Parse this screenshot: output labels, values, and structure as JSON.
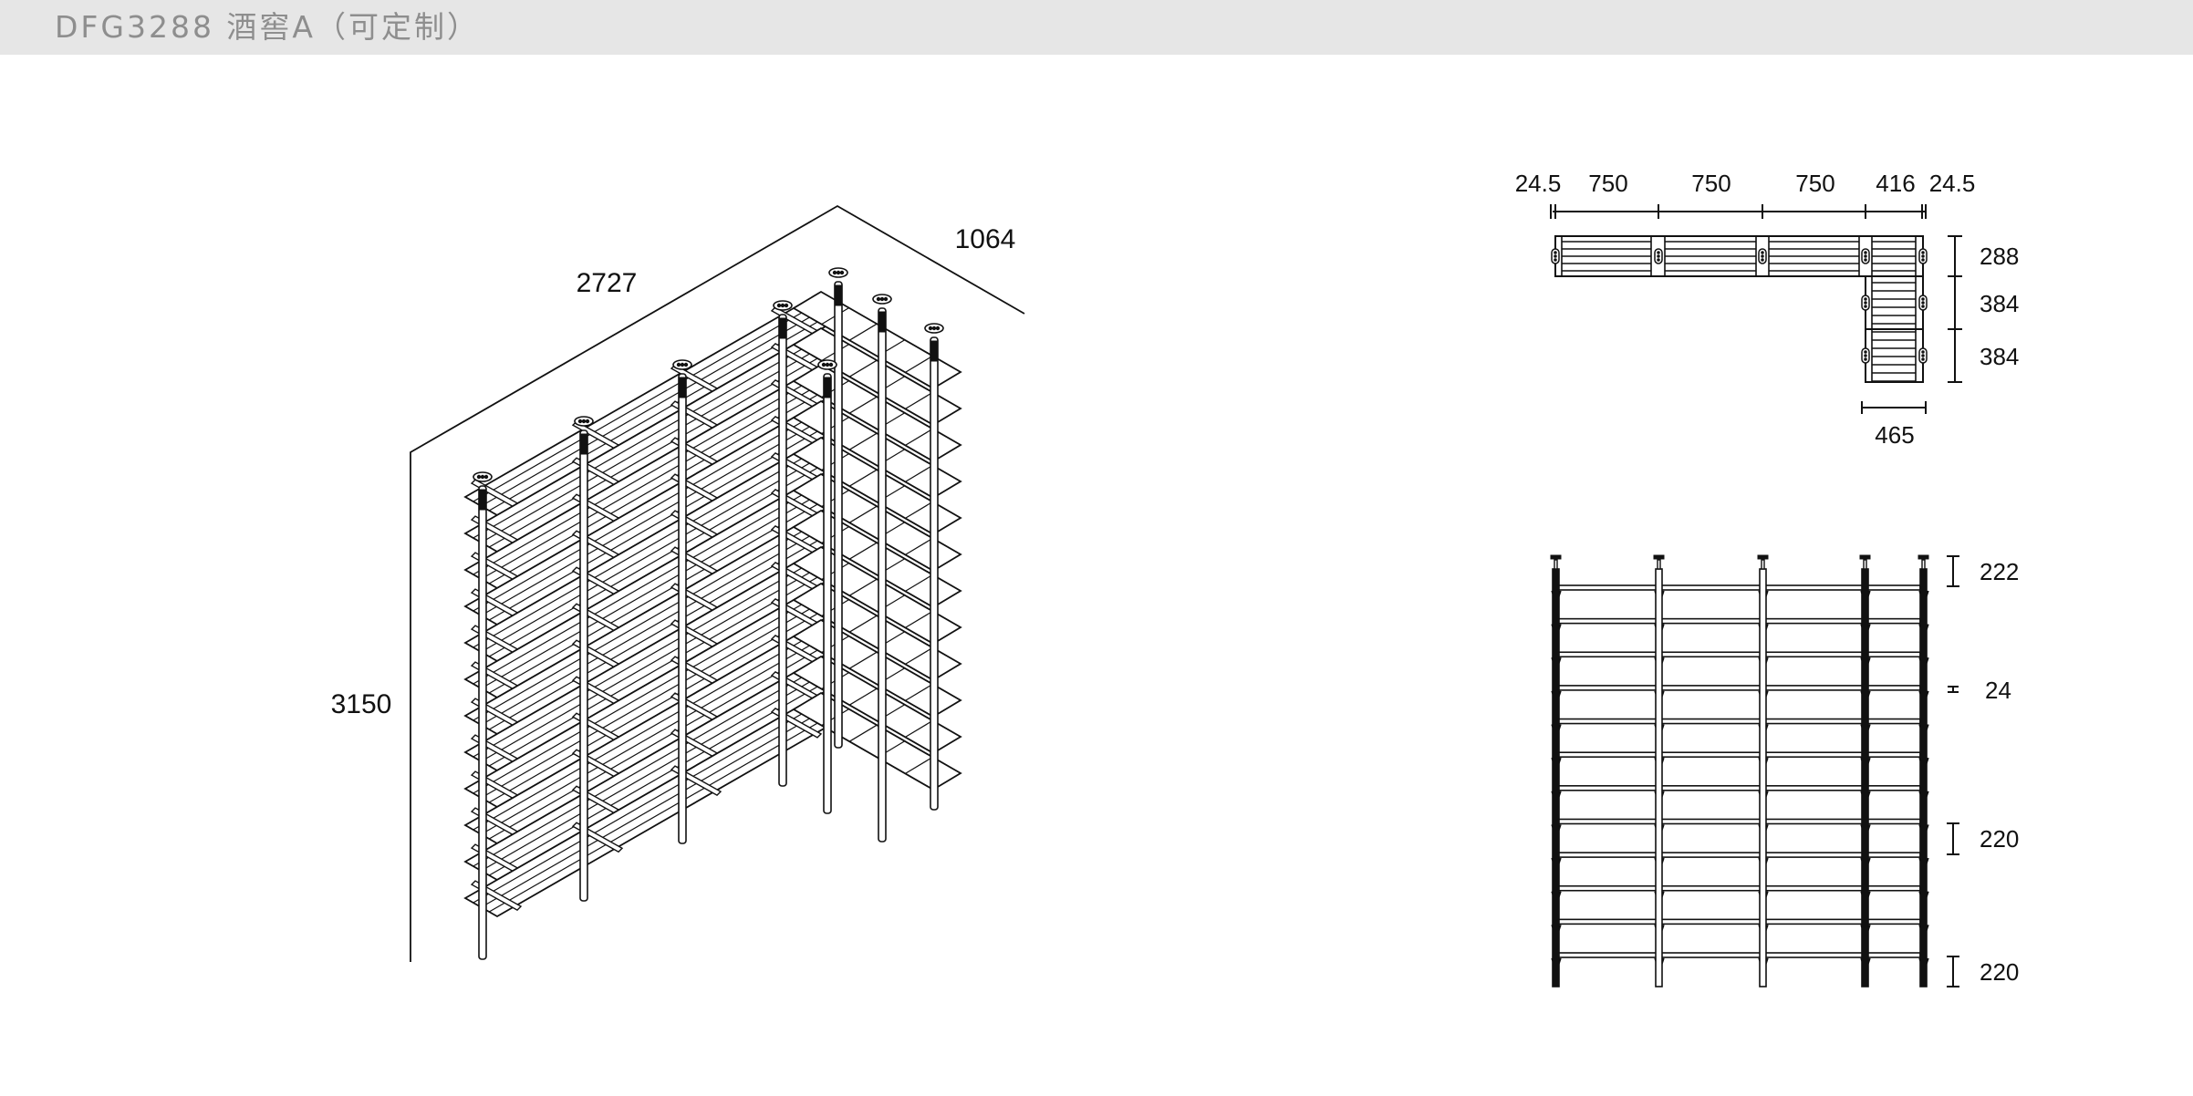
{
  "header": {
    "title": "DFG3288 酒窖A（可定制）",
    "background": "#e6e6e6",
    "text_color": "#8e8e8e"
  },
  "isometric_view": {
    "dimensions": {
      "length": "2727",
      "depth": "1064",
      "height": "3150"
    },
    "shelf_count": 12
  },
  "plan_view": {
    "top_dimensions": [
      "24.5",
      "750",
      "750",
      "750",
      "416",
      "24.5"
    ],
    "side_dimensions": [
      "288",
      "384",
      "384"
    ],
    "bottom_dimension": "465"
  },
  "elevation_view": {
    "shelf_count": 12,
    "dimensions": {
      "top_clearance": "222",
      "shelf_thickness": "24",
      "shelf_spacing": "220",
      "bottom_clearance": "220"
    }
  },
  "colors": {
    "line": "#111111",
    "background": "#ffffff"
  }
}
